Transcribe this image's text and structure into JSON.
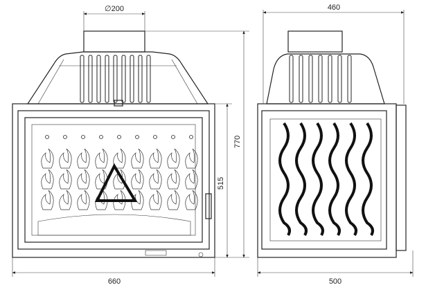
{
  "title": "Fireplace insert dimension drawing",
  "front_view": {
    "flue_diameter_label": "∅200",
    "total_height_label": "770",
    "body_height_label": "515",
    "width_label": "660"
  },
  "side_view": {
    "top_depth_label": "460",
    "bottom_depth_label": "500"
  },
  "colors": {
    "line": "#222222",
    "background": "#ffffff"
  }
}
